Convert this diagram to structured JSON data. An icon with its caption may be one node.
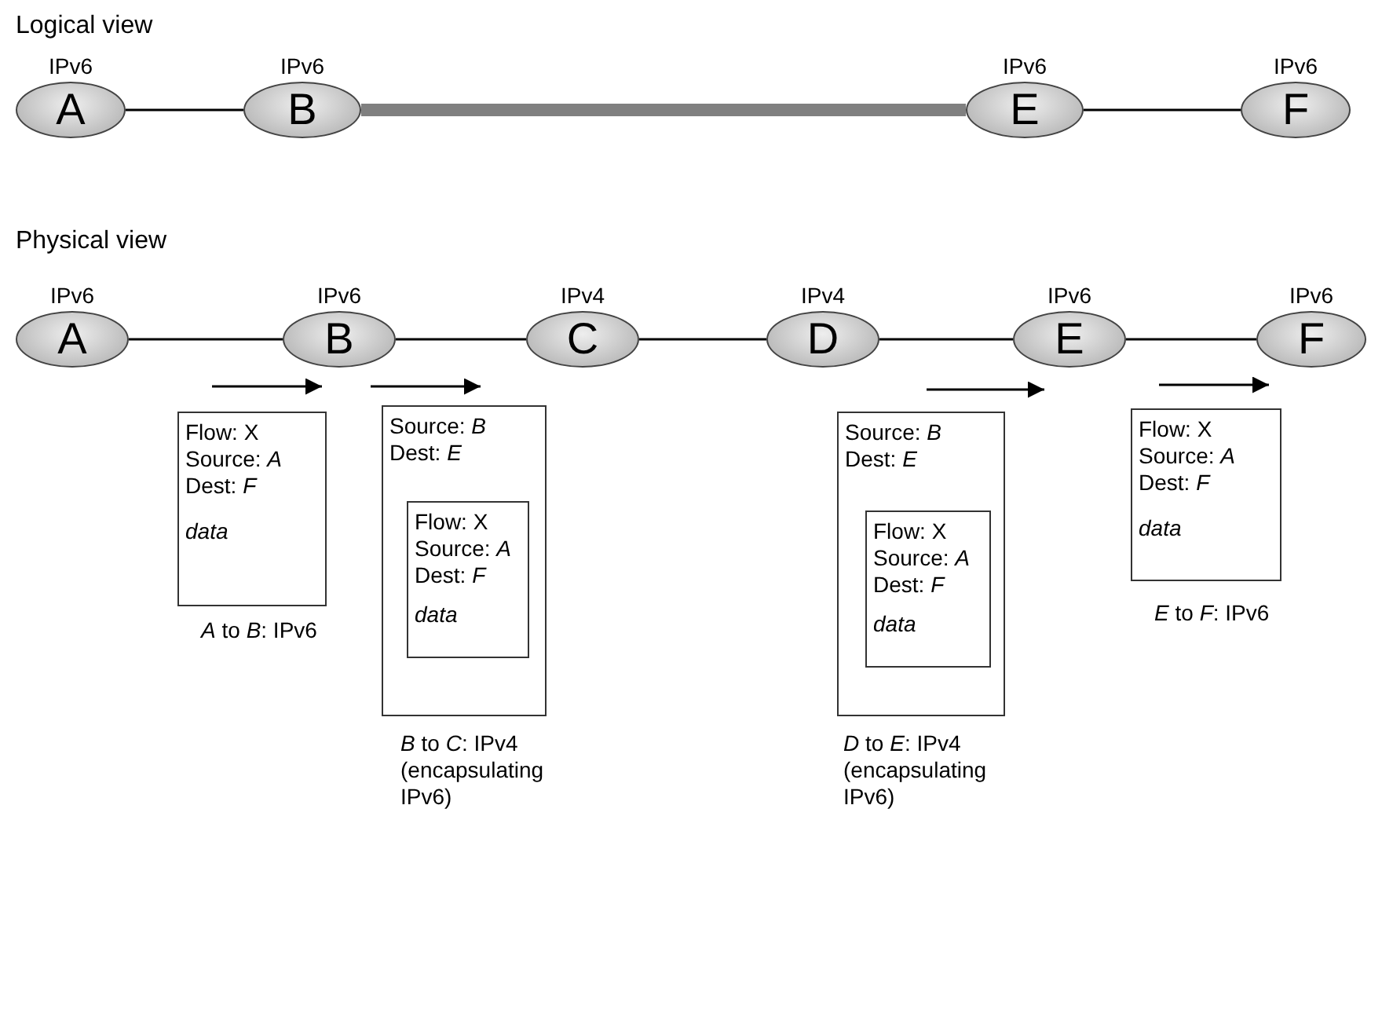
{
  "diagram": {
    "nodes": [
      {
        "text": [
          "IPv6",
          "A"
        ]
      },
      {
        "text": [
          "IPv6",
          "B"
        ]
      },
      {
        "text": [
          "IPv6",
          "E"
        ]
      },
      {
        "text": [
          "IPv6",
          "F"
        ]
      },
      {
        "text": [
          "IPv6",
          "A"
        ]
      },
      {
        "text": [
          "IPv6",
          "B"
        ]
      },
      {
        "text": [
          "IPv4",
          "C"
        ]
      },
      {
        "text": [
          "IPv4",
          "D"
        ]
      },
      {
        "text": [
          "IPv6",
          "E"
        ]
      },
      {
        "text": [
          "IPv6",
          "F"
        ]
      },
      {
        "text": [
          "Flow: X",
          "Source: *A*",
          "Dest: *F*",
          "data"
        ],
        "beside": [
          "*A* to *B*: IPv6"
        ]
      },
      {
        "text": [
          "Source: *B*",
          "Dest: *E*"
        ],
        "beside": [
          "*B* to *C*: IPv4 (encapsulating IPv6)"
        ]
      },
      {
        "text": [
          "Flow: X",
          "Source: *A*",
          "Dest: *F*",
          "data"
        ],
        "in": 11
      },
      {
        "text": [
          "Source: *B*",
          "Dest: *E*"
        ],
        "beside": [
          "*D* to *E*: IPv4 (encapsulating IPv6)"
        ]
      },
      {
        "text": [
          "Flow: X",
          "Source: *A*",
          "Dest: *F*",
          "data"
        ],
        "in": 13
      },
      {
        "text": [
          "Flow: X",
          "Source: *A*",
          "Dest: *F*",
          "data"
        ],
        "beside": [
          "*E* to *F*: IPv6"
        ]
      }
    ],
    "edges": [
      {
        "from": 0,
        "to": 1,
        "arrow": "none"
      },
      {
        "from": 1,
        "to": 2,
        "arrow": "none",
        "style": "thick",
        "color": "#808080"
      },
      {
        "from": 2,
        "to": 3,
        "arrow": "none"
      },
      {
        "from": 4,
        "to": 5,
        "arrow": "none"
      },
      {
        "from": 5,
        "to": 6,
        "arrow": "none"
      },
      {
        "from": 6,
        "to": 7,
        "arrow": "none"
      },
      {
        "from": 7,
        "to": 8,
        "arrow": "none"
      },
      {
        "from": 8,
        "to": 9,
        "arrow": "none"
      }
    ],
    "labels": [
      "Logical view",
      "Physical view"
    ]
  }
}
